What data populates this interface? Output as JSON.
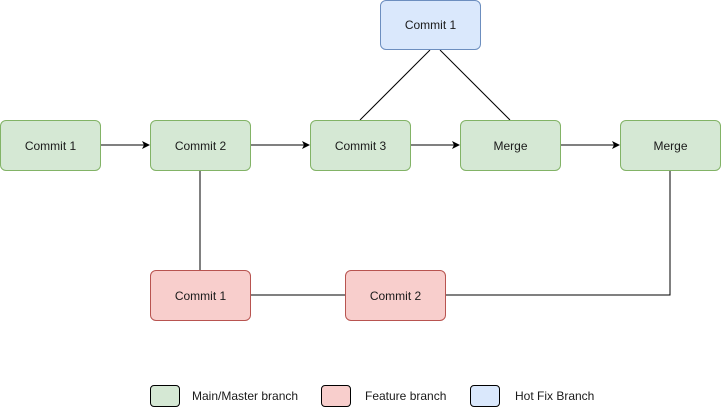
{
  "diagram": {
    "nodes": {
      "main_commit_1": "Commit 1",
      "main_commit_2": "Commit 2",
      "main_commit_3": "Commit 3",
      "main_merge_1": "Merge",
      "main_merge_2": "Merge",
      "hotfix_commit_1": "Commit 1",
      "feature_commit_1": "Commit 1",
      "feature_commit_2": "Commit 2"
    },
    "colors": {
      "main_fill": "#d5e8d4",
      "main_stroke": "#82b366",
      "feature_fill": "#f8cecc",
      "feature_stroke": "#b85450",
      "hotfix_fill": "#dae8fc",
      "hotfix_stroke": "#6c8ebf",
      "edge": "#000000"
    }
  },
  "legend": {
    "main": "Main/Master branch",
    "feature": "Feature branch",
    "hotfix": "Hot Fix Branch"
  }
}
